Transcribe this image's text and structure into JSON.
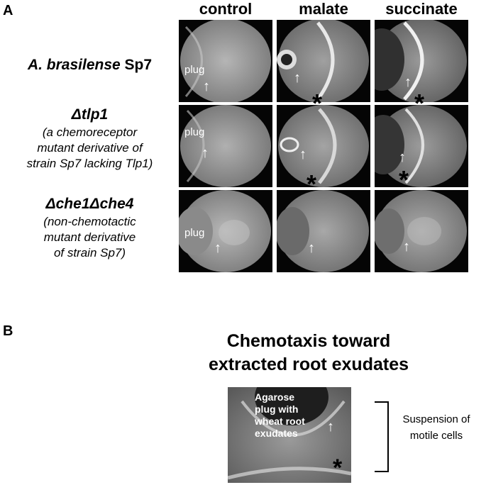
{
  "panel_a": {
    "letter": "A",
    "columns": [
      "control",
      "malate",
      "succinate"
    ],
    "rows": [
      {
        "title_italic": "A. brasilense",
        "title_plain": " Sp7",
        "desc": []
      },
      {
        "title_italic": "Δtlp1",
        "title_plain": "",
        "desc": [
          "(a chemoreceptor",
          "mutant derivative of",
          "strain Sp7 lacking Tlp1)"
        ]
      },
      {
        "title_italic": "Δche1Δche4",
        "title_plain": "",
        "desc": [
          "(non-chemotactic",
          "mutant derivative",
          "of strain Sp7)"
        ]
      }
    ],
    "plug_label": "plug",
    "arrow_glyph": "↑",
    "asterisk_glyph": "*"
  },
  "panel_b": {
    "letter": "B",
    "title_line1": "Chemotaxis toward",
    "title_line2": "extracted root exudates",
    "plug_label": [
      "Agarose",
      "plug with",
      "wheat root",
      "exudates"
    ],
    "suspension_label": [
      "Suspension of",
      "motile cells"
    ]
  }
}
